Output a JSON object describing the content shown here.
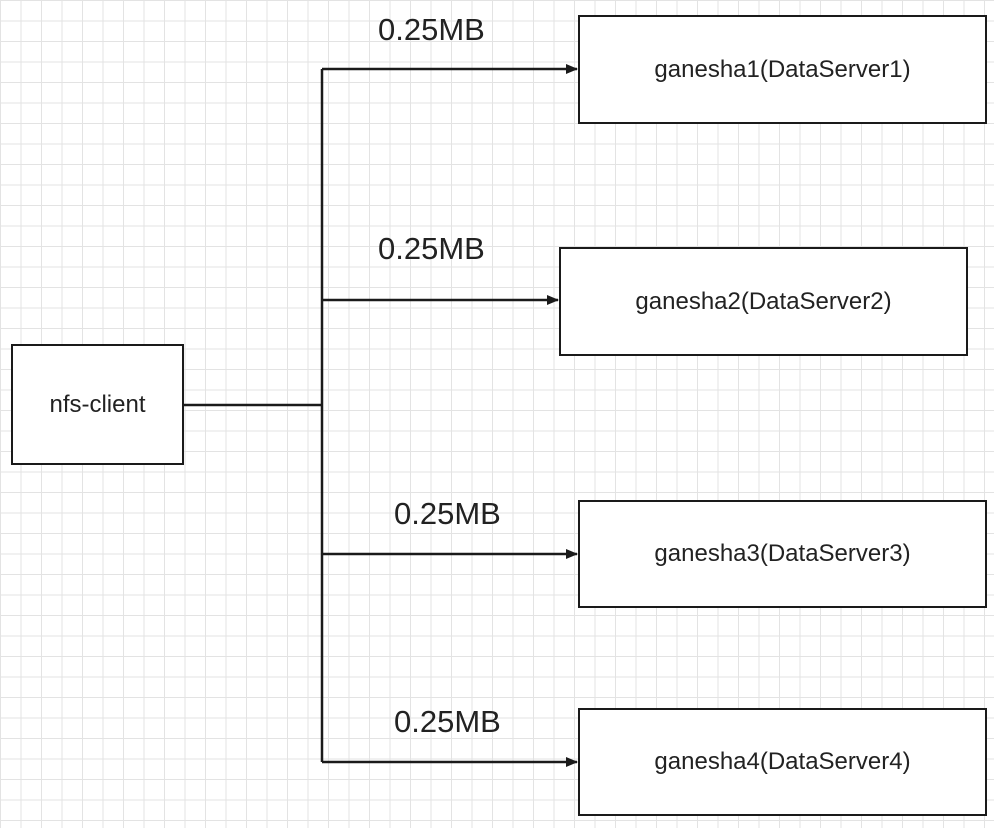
{
  "client": {
    "label": "nfs-client"
  },
  "servers": [
    {
      "label": "ganesha1(DataServer1)",
      "edge_label": "0.25MB"
    },
    {
      "label": "ganesha2(DataServer2)",
      "edge_label": "0.25MB"
    },
    {
      "label": "ganesha3(DataServer3)",
      "edge_label": "0.25MB"
    },
    {
      "label": "ganesha4(DataServer4)",
      "edge_label": "0.25MB"
    }
  ],
  "colors": {
    "stroke": "#1a1a1a",
    "grid": "#e3e3e3",
    "background": "#ffffff"
  }
}
